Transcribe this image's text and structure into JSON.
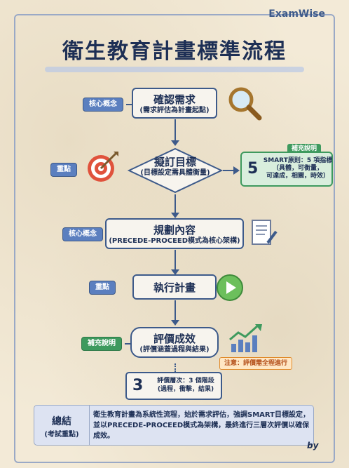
{
  "brand": "ExamWise",
  "title": "衛生教育計畫標準流程",
  "steps": {
    "s1": {
      "main": "確認需求",
      "sub": "(需求評估為計畫起點)",
      "tag": "核心概念"
    },
    "s2": {
      "main": "擬訂目標",
      "sub": "(目標設定需具體衡量)",
      "tag": "重點"
    },
    "s3": {
      "main": "規劃內容",
      "sub": "(PRECEDE-PROCEED模式為核心架構)",
      "tag": "核心概念"
    },
    "s4": {
      "main": "執行計畫",
      "tag": "重點"
    },
    "s5": {
      "main": "評價成效",
      "sub": "(評價涵蓋過程與結果)",
      "tag": "補充說明"
    }
  },
  "smart": {
    "tag": "補充說明",
    "num": "5",
    "line1": "SMART原則：5 項指標",
    "line2": "（具體，可衡量，",
    "line3": "可達成，相關，時效）"
  },
  "note": "注意：評價需全程進行",
  "levels": {
    "num": "3",
    "line1": "評價層次：3 個階段",
    "line2": "(過程，衝擊，結果)"
  },
  "summary": {
    "head": "總結",
    "head_sub": "(考試重點)",
    "text": "衛生教育計畫為系統性流程，始於需求評估，強調SMART目標設定，並以PRECEDE-PROCEED模式為架構，最終進行三層次評價以確保成效。"
  },
  "by": "by",
  "icons": [
    "magnifier-icon",
    "target-icon",
    "document-icon",
    "play-icon",
    "chart-icon"
  ]
}
